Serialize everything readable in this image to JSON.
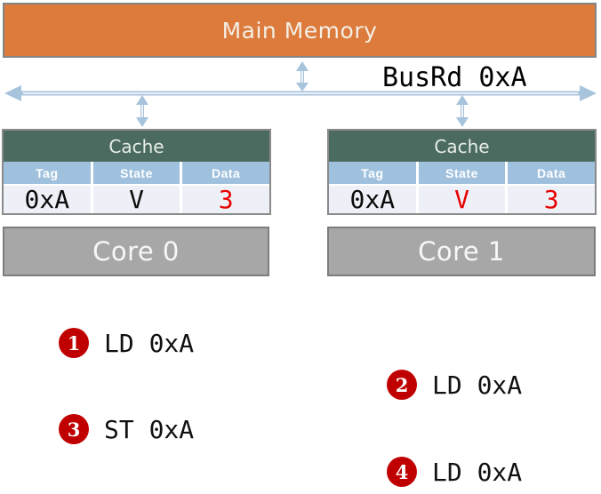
{
  "colors": {
    "memory_fill": "#dc7b3c",
    "memory_border": "#858585",
    "memory_text": "#f4eee3",
    "cache_header_bg": "#4b6b60",
    "table_header_bg": "#9fc1de",
    "table_row_bg": "#edf1f7",
    "core_fill": "#a7a7a7",
    "core_border": "#7d7d7d",
    "arrow": "#a8c3dc",
    "badge_red": "#c00000",
    "value_red": "#e90000"
  },
  "main_memory": {
    "label": "Main Memory"
  },
  "bus": {
    "label": "BusRd 0xA"
  },
  "caches": [
    {
      "title": "Cache",
      "columns": [
        "Tag",
        "State",
        "Data"
      ],
      "row": {
        "tag": "0xA",
        "state": "V",
        "data": "3"
      },
      "red_fields": [
        "data"
      ]
    },
    {
      "title": "Cache",
      "columns": [
        "Tag",
        "State",
        "Data"
      ],
      "row": {
        "tag": "0xA",
        "state": "V",
        "data": "3"
      },
      "red_fields": [
        "state",
        "data"
      ]
    }
  ],
  "cores": [
    {
      "label": "Core 0"
    },
    {
      "label": "Core 1"
    }
  ],
  "operations": [
    {
      "num": "1",
      "text": "LD 0xA",
      "side": "left"
    },
    {
      "num": "2",
      "text": "LD 0xA",
      "side": "right"
    },
    {
      "num": "3",
      "text": "ST 0xA",
      "side": "left"
    },
    {
      "num": "4",
      "text": "LD 0xA",
      "side": "right"
    }
  ]
}
